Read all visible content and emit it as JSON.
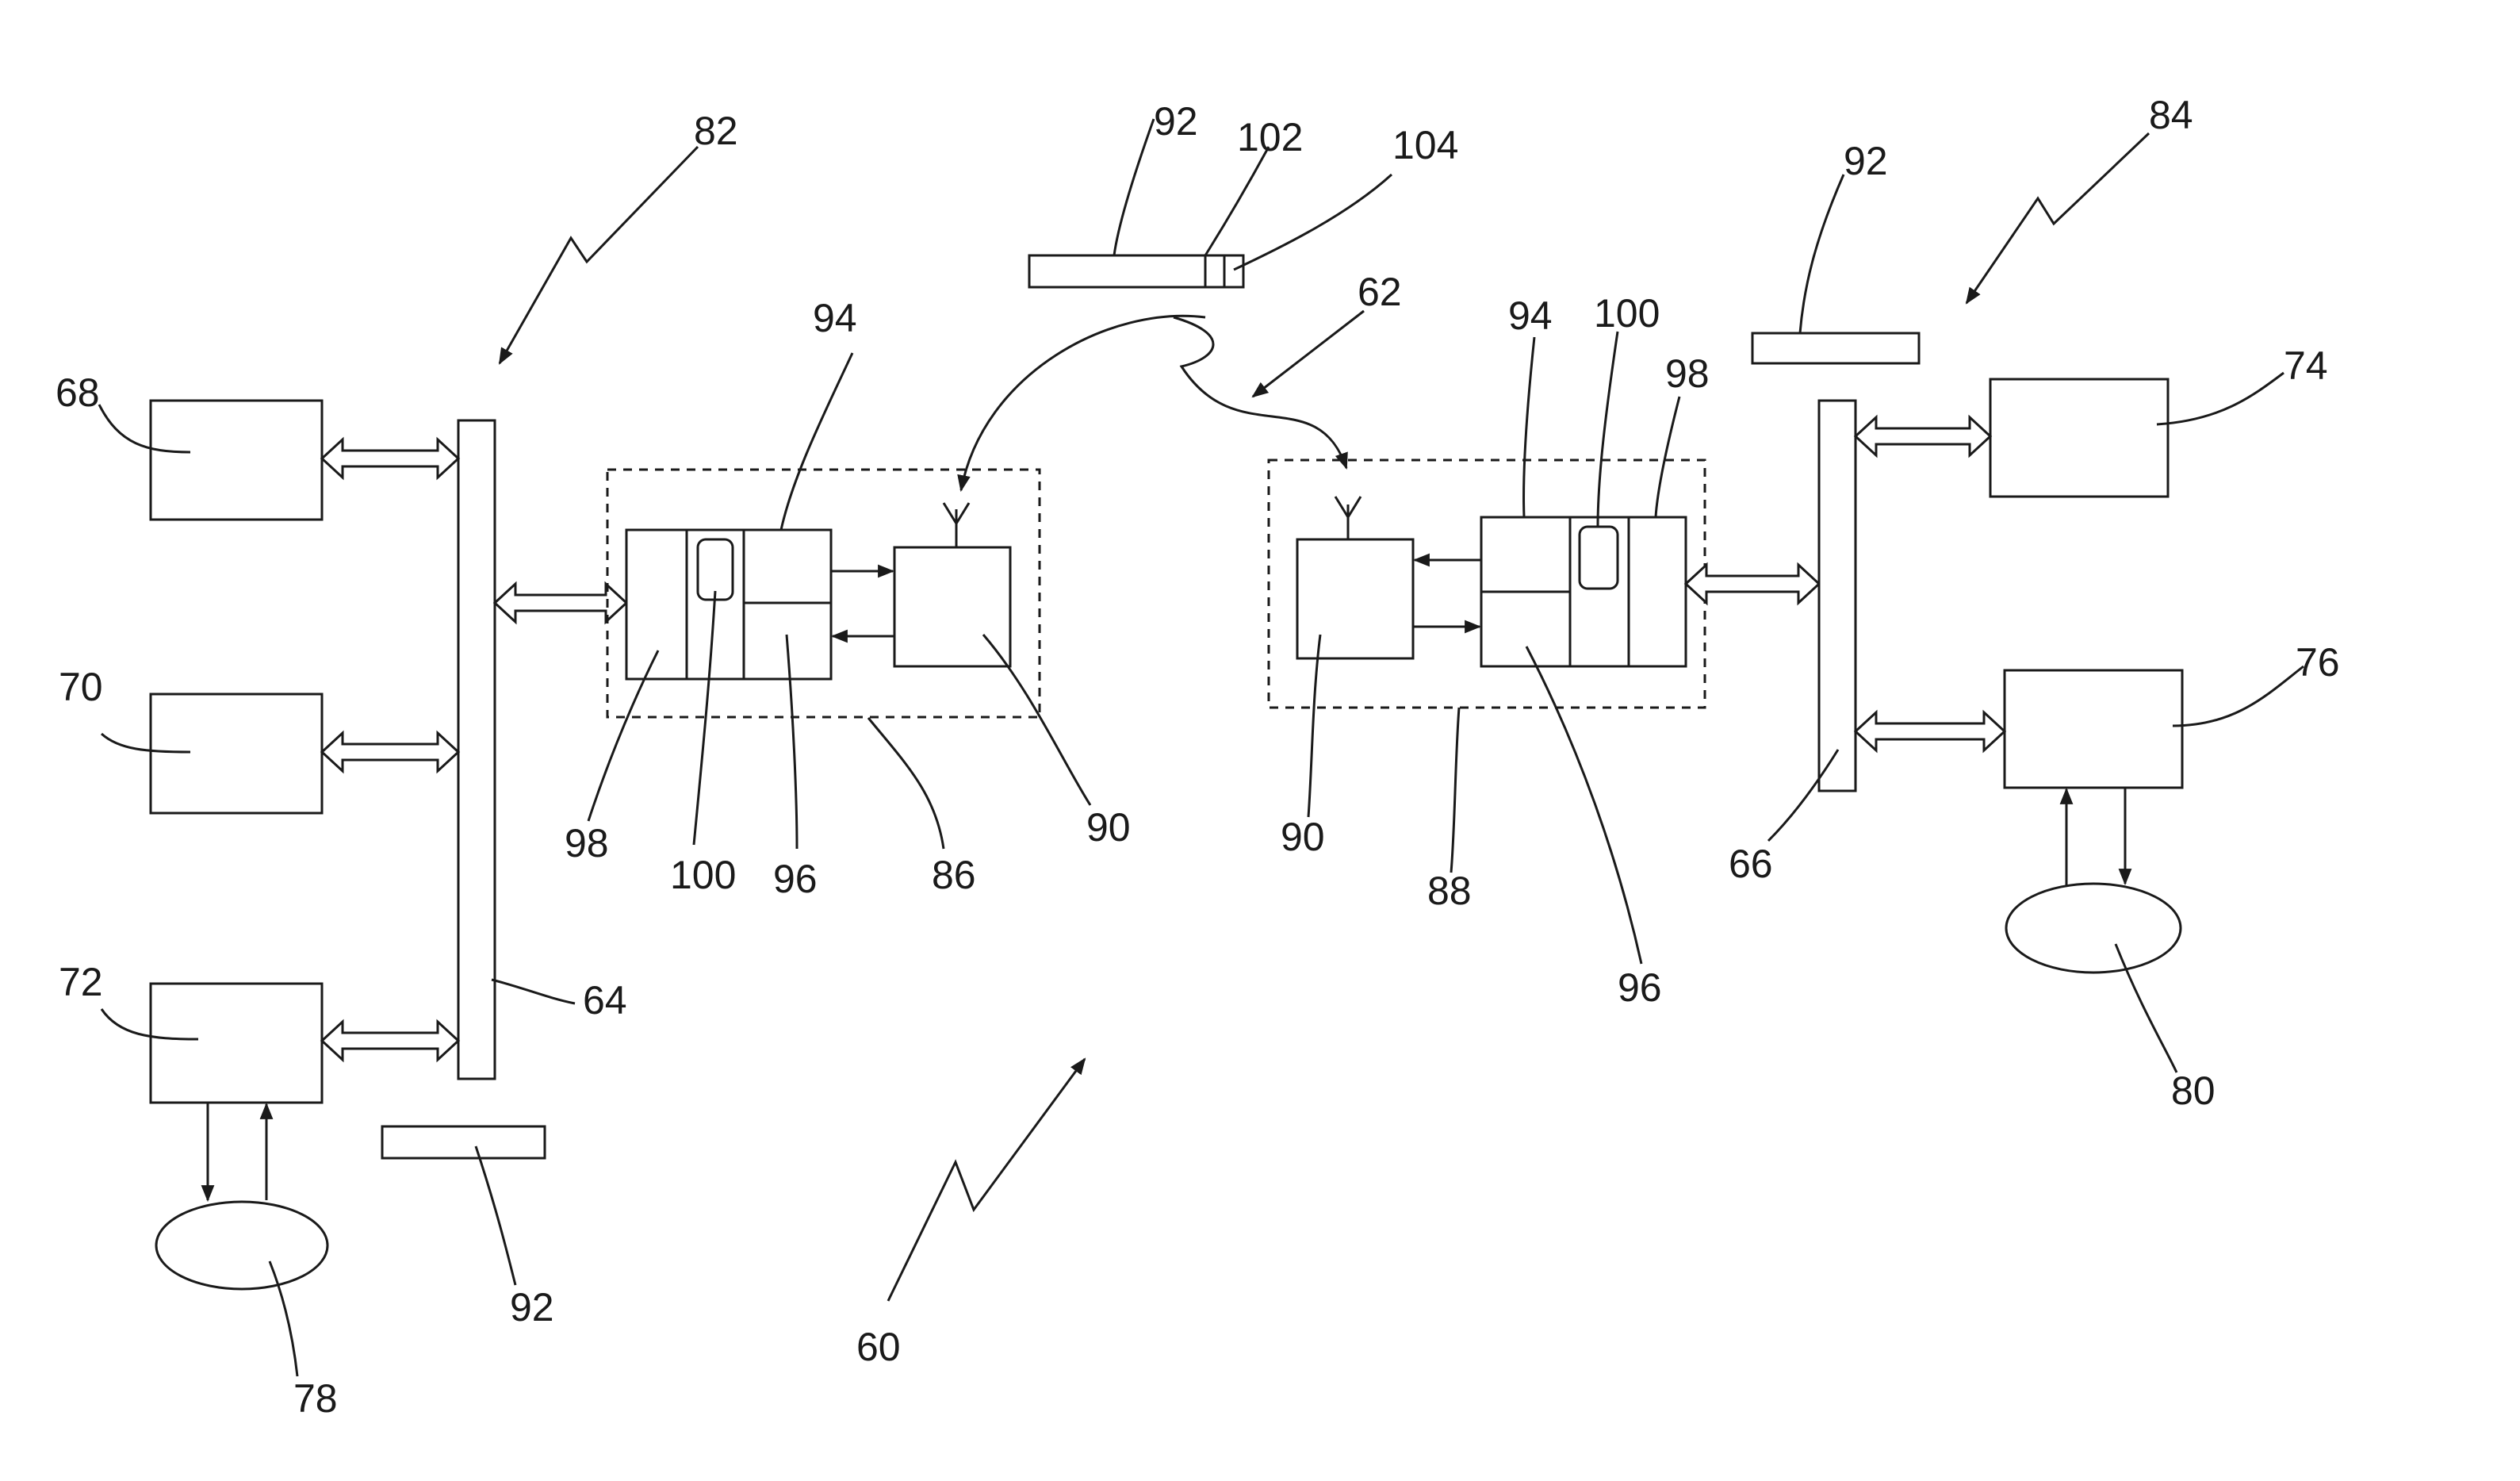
{
  "labels": {
    "system": "60",
    "link": "62",
    "bus_left": "64",
    "bus_right": "66",
    "device_68": "68",
    "device_70": "70",
    "device_72": "72",
    "device_74": "74",
    "device_76": "76",
    "storage_78": "78",
    "storage_80": "80",
    "network_left": "82",
    "network_right": "84",
    "module_left": "86",
    "module_right": "88",
    "radio_left": "90",
    "radio_right": "90",
    "card_top": "92",
    "card_right": "92",
    "card_bottom": "92",
    "card_contact_a": "102",
    "card_contact_b": "104",
    "unit94_left": "94",
    "unit94_right": "94",
    "unit96_left": "96",
    "unit96_right": "96",
    "unit98_left": "98",
    "unit98_right": "98",
    "chip_left": "100",
    "chip_right": "100"
  }
}
